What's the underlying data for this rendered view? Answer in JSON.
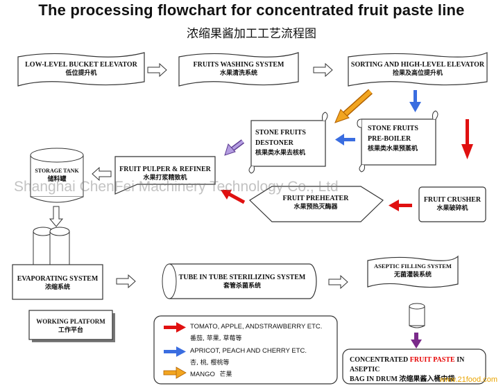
{
  "title": "The processing flowchart for concentrated fruit paste line",
  "subtitle": "浓缩果酱加工工艺流程图",
  "nodes": {
    "bucket_elevator": {
      "en": "LOW-LEVEL BUCKET ELEVATOR",
      "zh": "低位提升机"
    },
    "washing": {
      "en": "FRUITS WASHING SYSTEM",
      "zh": "水果清洗系统"
    },
    "sorting": {
      "en": "SORTING AND HIGH-LEVEL ELEVATOR",
      "zh": "捡果及高位提升机"
    },
    "preboiler_l1": "STONE FRUITS",
    "preboiler_l2": "PRE-BOILER",
    "preboiler_zh": "核果类水果预蒸机",
    "destoner_l1": "STONE FRUITS",
    "destoner_l2": "DESTONER",
    "destoner_zh": "核果类水果去核机",
    "crusher": {
      "en": "FRUIT CRUSHER",
      "zh": "水果破碎机"
    },
    "preheater": {
      "en": "FRUIT PREHEATER",
      "zh": "水果预热灭酶器"
    },
    "pulper": {
      "en": "FRUIT PULPER & REFINER",
      "zh": "水果打浆精致机"
    },
    "storage": {
      "en": "STORAGE TANK",
      "zh": "储料罐"
    },
    "evaporating": {
      "en": "EVAPORATING SYSTEM",
      "zh": "浓缩系统"
    },
    "working_platform": {
      "en": "WORKING PLATFORM",
      "zh": "工作平台"
    },
    "sterilizing": {
      "en": "TUBE IN TUBE STERILIZING SYSTEM",
      "zh": "套管杀菌系统"
    },
    "aseptic_filling": {
      "en": "ASEPTIC FILLING SYSTEM",
      "zh": "无菌灌装系统"
    },
    "final_a": "CONCENTRATED ",
    "final_b": "FRUIT PASTE",
    "final_c": " IN ASEPTIC",
    "final_d": "BAG IN DRUM 浓缩果酱入桶中袋"
  },
  "legend": [
    {
      "en": "TOMATO, APPLE, ANDSTRAWBERRY ETC.",
      "zh": "番茄, 苹果, 草莓等",
      "color": "#e01010"
    },
    {
      "en": "APRICOT, PEACH AND CHERRY ETC.",
      "zh": "杏, 桃, 樱桃等",
      "color": "#3a6de0"
    },
    {
      "en": "MANGO",
      "zh": "芒果",
      "color": "#f0a020"
    }
  ],
  "watermark": "Shanghai ChenFei Machinery Technology Co., Ltd",
  "watermark_site": "www.21food.com"
}
